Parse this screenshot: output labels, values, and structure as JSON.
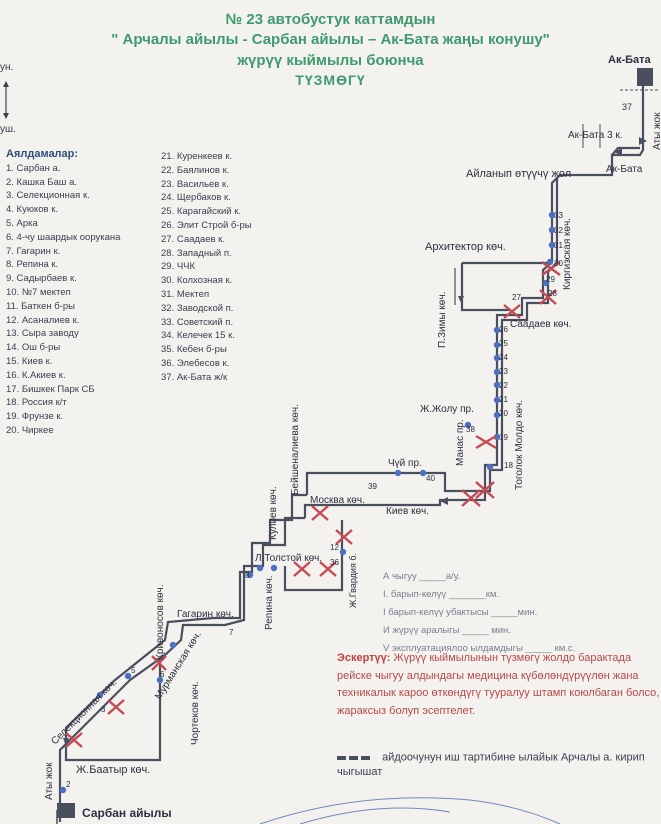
{
  "title": {
    "line1": "№ 23  автобустук каттамдын",
    "line2": "\" Арчалы айылы - Сарбан  айылы – Ак-Бата жаңы конушу\"",
    "line3": "жүрүү кыймылы боюнча",
    "line4": "ТҮЗМӨГҮ"
  },
  "edge_left": {
    "top": "ун.",
    "bottom": "уш."
  },
  "stops_header": "Аялдамалар:",
  "stops": [
    "1. Сарбан а.",
    "2. Кашка Баш а.",
    "3. Селекционная к.",
    "4. Куюков к.",
    "5. Арка",
    "6. 4-чу шаардык оорукана",
    "7. Гагарин к.",
    "8. Репина к.",
    "9. Садырбаев к.",
    "10. №7 мектеп",
    "11. Баткен б-ры",
    "12. Асаналиев к.",
    "13. Сыра заводу",
    "14. Ош б-ры",
    "15. Киев к.",
    "16. К.Акиев к.",
    "17. Бишкек Парк СБ",
    "18. Россия к/т",
    "19. Фрунзе к.",
    "20. Чиркее"
  ],
  "stops2": [
    "21. Куренкеев к.",
    "22. Баялинов к.",
    "23. Васильев к.",
    "24. Щербаков к.",
    "25. Карагайский к.",
    "26. Элит Строй б-ры",
    "27. Саадаев к.",
    "28. Западный п.",
    "29. ЧЧК",
    "30. Колхозная к.",
    "31. Мектеп",
    "32. Заводской п.",
    "33. Советский п.",
    "34. Келечек 15 к.",
    "35. Кебен б-ры",
    "36. Элебесов к.",
    "37. Ак-Бата ж/к"
  ],
  "map_labels": {
    "ak_bata": "Ак-Бата",
    "ak_bata_3": "Ак-Бата 3 к.",
    "ak_bata_r": "Ак-Бата",
    "aty_jok_r": "Аты жок",
    "num37": "37",
    "aylanyp": "Айланып өтүүчү жол",
    "arhitektor": "Архитектор көч.",
    "kirgizskaya": "Киргизская көч.",
    "saadaev": "Саадаев көч.",
    "zimy": "П.Зимы көч.",
    "jjolu": "Ж.Жолу пр.",
    "manas": "Манас пр.",
    "togolok": "Тоголок Молдо көч.",
    "chuy": "Чүй пр.",
    "beyshen": "Бейшеналиева көч.",
    "moskva": "Москва көч.",
    "kiev": "Киев көч.",
    "kuliev": "Кулиев көч.",
    "tolstoy": "Л.Толстой көч.",
    "gvard": "Ж.Гвардия б.",
    "repina": "Репина көч.",
    "gagarin": "Гагарин көч.",
    "krivonosov": "Кривоносов көч.",
    "murmansk": "Мурманская көч.",
    "chortekov": "Чортеков көч.",
    "selek": "Селекционная көч.",
    "baatyr": "Ж.Баатыр көч.",
    "aty_jok_l": "Аты жок",
    "sarban": "Сарбан айылы",
    "n2": "2",
    "n3": "3",
    "n5": "5",
    "n6": "6",
    "n7": "7",
    "n8": "8",
    "n12": "12",
    "n36": "36",
    "n38": "38",
    "n39": "39",
    "n40": "40",
    "n18": "18",
    "n19": "19",
    "n20": "20",
    "n21": "21",
    "n22": "22",
    "n23": "23",
    "n24": "24",
    "n25": "25",
    "n26": "26",
    "n27": "27",
    "n28": "28",
    "n29": "29",
    "n30": "30",
    "n31": "31",
    "n32": "32",
    "n33": "33"
  },
  "form": {
    "l1": "А чыгуу _____а/у.",
    "l2": "I. барып-келүү _______км.",
    "l3": "I барып-келүү убактысы _____мин.",
    "l4": "И жүрүү аралыгы _____ мин.",
    "l5": "V эксплуатациялоо ылдамдыгы _____ км.с."
  },
  "note": {
    "head": "Эскертүү:",
    "body": "Жүрүү кыймылынын түзмөгү жолдо барактада рейске чыгуу алдындагы медицина күбөлөндүрүүлөн жана техникалык кароо өткөндүгү тууралуу штамп коюлбаган болсо, жараксыз болуп эсептелет."
  },
  "legend": "айдоочунун иш тартибине ылайык Арчалы а. кирип чыгышат",
  "colors": {
    "route": "#4a4f60",
    "stop": "#4d6fbf",
    "cross": "#c64a56",
    "title": "#3f9a6f"
  }
}
